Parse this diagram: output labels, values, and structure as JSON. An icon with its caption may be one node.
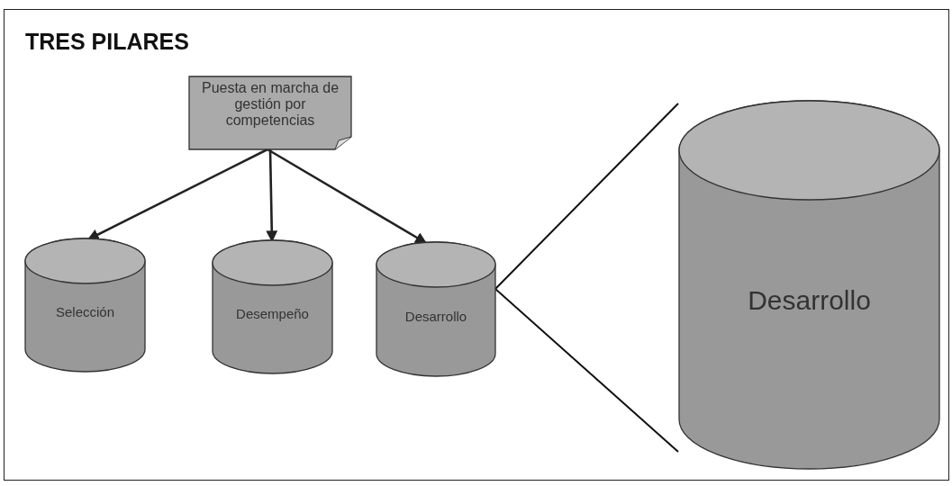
{
  "diagram": {
    "title": "TRES PILARES",
    "nodes": [
      {
        "text": [
          "Puesta en marcha de gestión por competencias"
        ]
      },
      {
        "text": [
          "Selección"
        ]
      },
      {
        "text": [
          "Desempeño"
        ]
      },
      {
        "text": [
          "Desarrollo"
        ]
      },
      {
        "text": [
          "Desarrollo"
        ]
      }
    ],
    "edges": [
      {
        "from": 0,
        "to": 1,
        "arrow": "to"
      },
      {
        "from": 0,
        "to": 2,
        "arrow": "to"
      },
      {
        "from": 0,
        "to": 3,
        "arrow": "to"
      }
    ]
  }
}
